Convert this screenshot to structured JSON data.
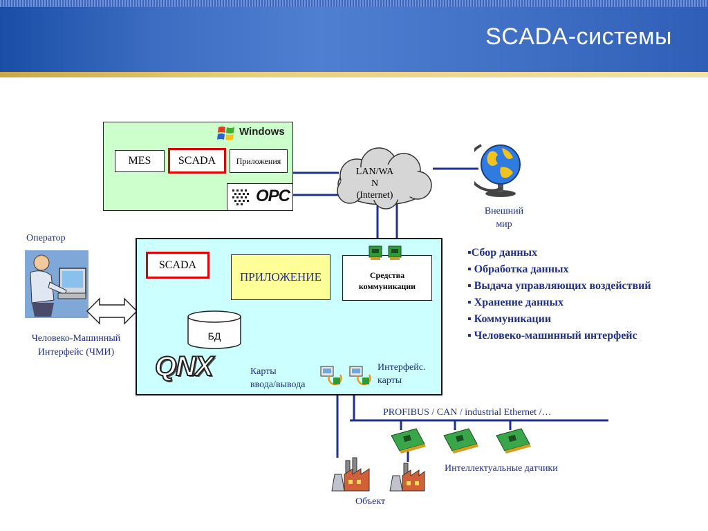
{
  "header": {
    "title": "SCADA-системы"
  },
  "windows_panel": {
    "os_label": "Windows",
    "mes_label": "MES",
    "scada_label": "SCADA",
    "apps_label": "Приложения",
    "opc_label": "OPC"
  },
  "network": {
    "cloud_label": "LAN/WA\nN\n(Internet)"
  },
  "external": {
    "label": "Внешний\nмир"
  },
  "operator": {
    "label": "Оператор",
    "hmi_label": "Человеко-Машинный\nИнтерфейс (ЧМИ)"
  },
  "controller": {
    "scada_label": "SCADA",
    "app_label": "ПРИЛОЖЕНИЕ",
    "comm_label": "Средства\nкоммуникации",
    "db_label": "БД",
    "os_label": "QNX",
    "io_cards_label": "Карты\nввода/вывода",
    "interface_cards_label": "Интерфейс.\nкарты"
  },
  "features": [
    "Сбор данных",
    "Обработка данных",
    "Выдача управляющих воздействий",
    "Хранение данных",
    "Коммуникации",
    "Человеко-машинный интерфейс"
  ],
  "bus": {
    "label": "PROFIBUS / CAN / industrial Ethernet /…"
  },
  "sensors": {
    "label": "Интеллектуальные датчики"
  },
  "plant": {
    "label": "Объект"
  },
  "colors": {
    "windows_bg": "#ccffcc",
    "controller_bg": "#ccffff",
    "app_box": "#ffff99",
    "highlight_border": "#e00000",
    "line": "#1f2f8f",
    "text_blue": "#1f2f8f"
  }
}
